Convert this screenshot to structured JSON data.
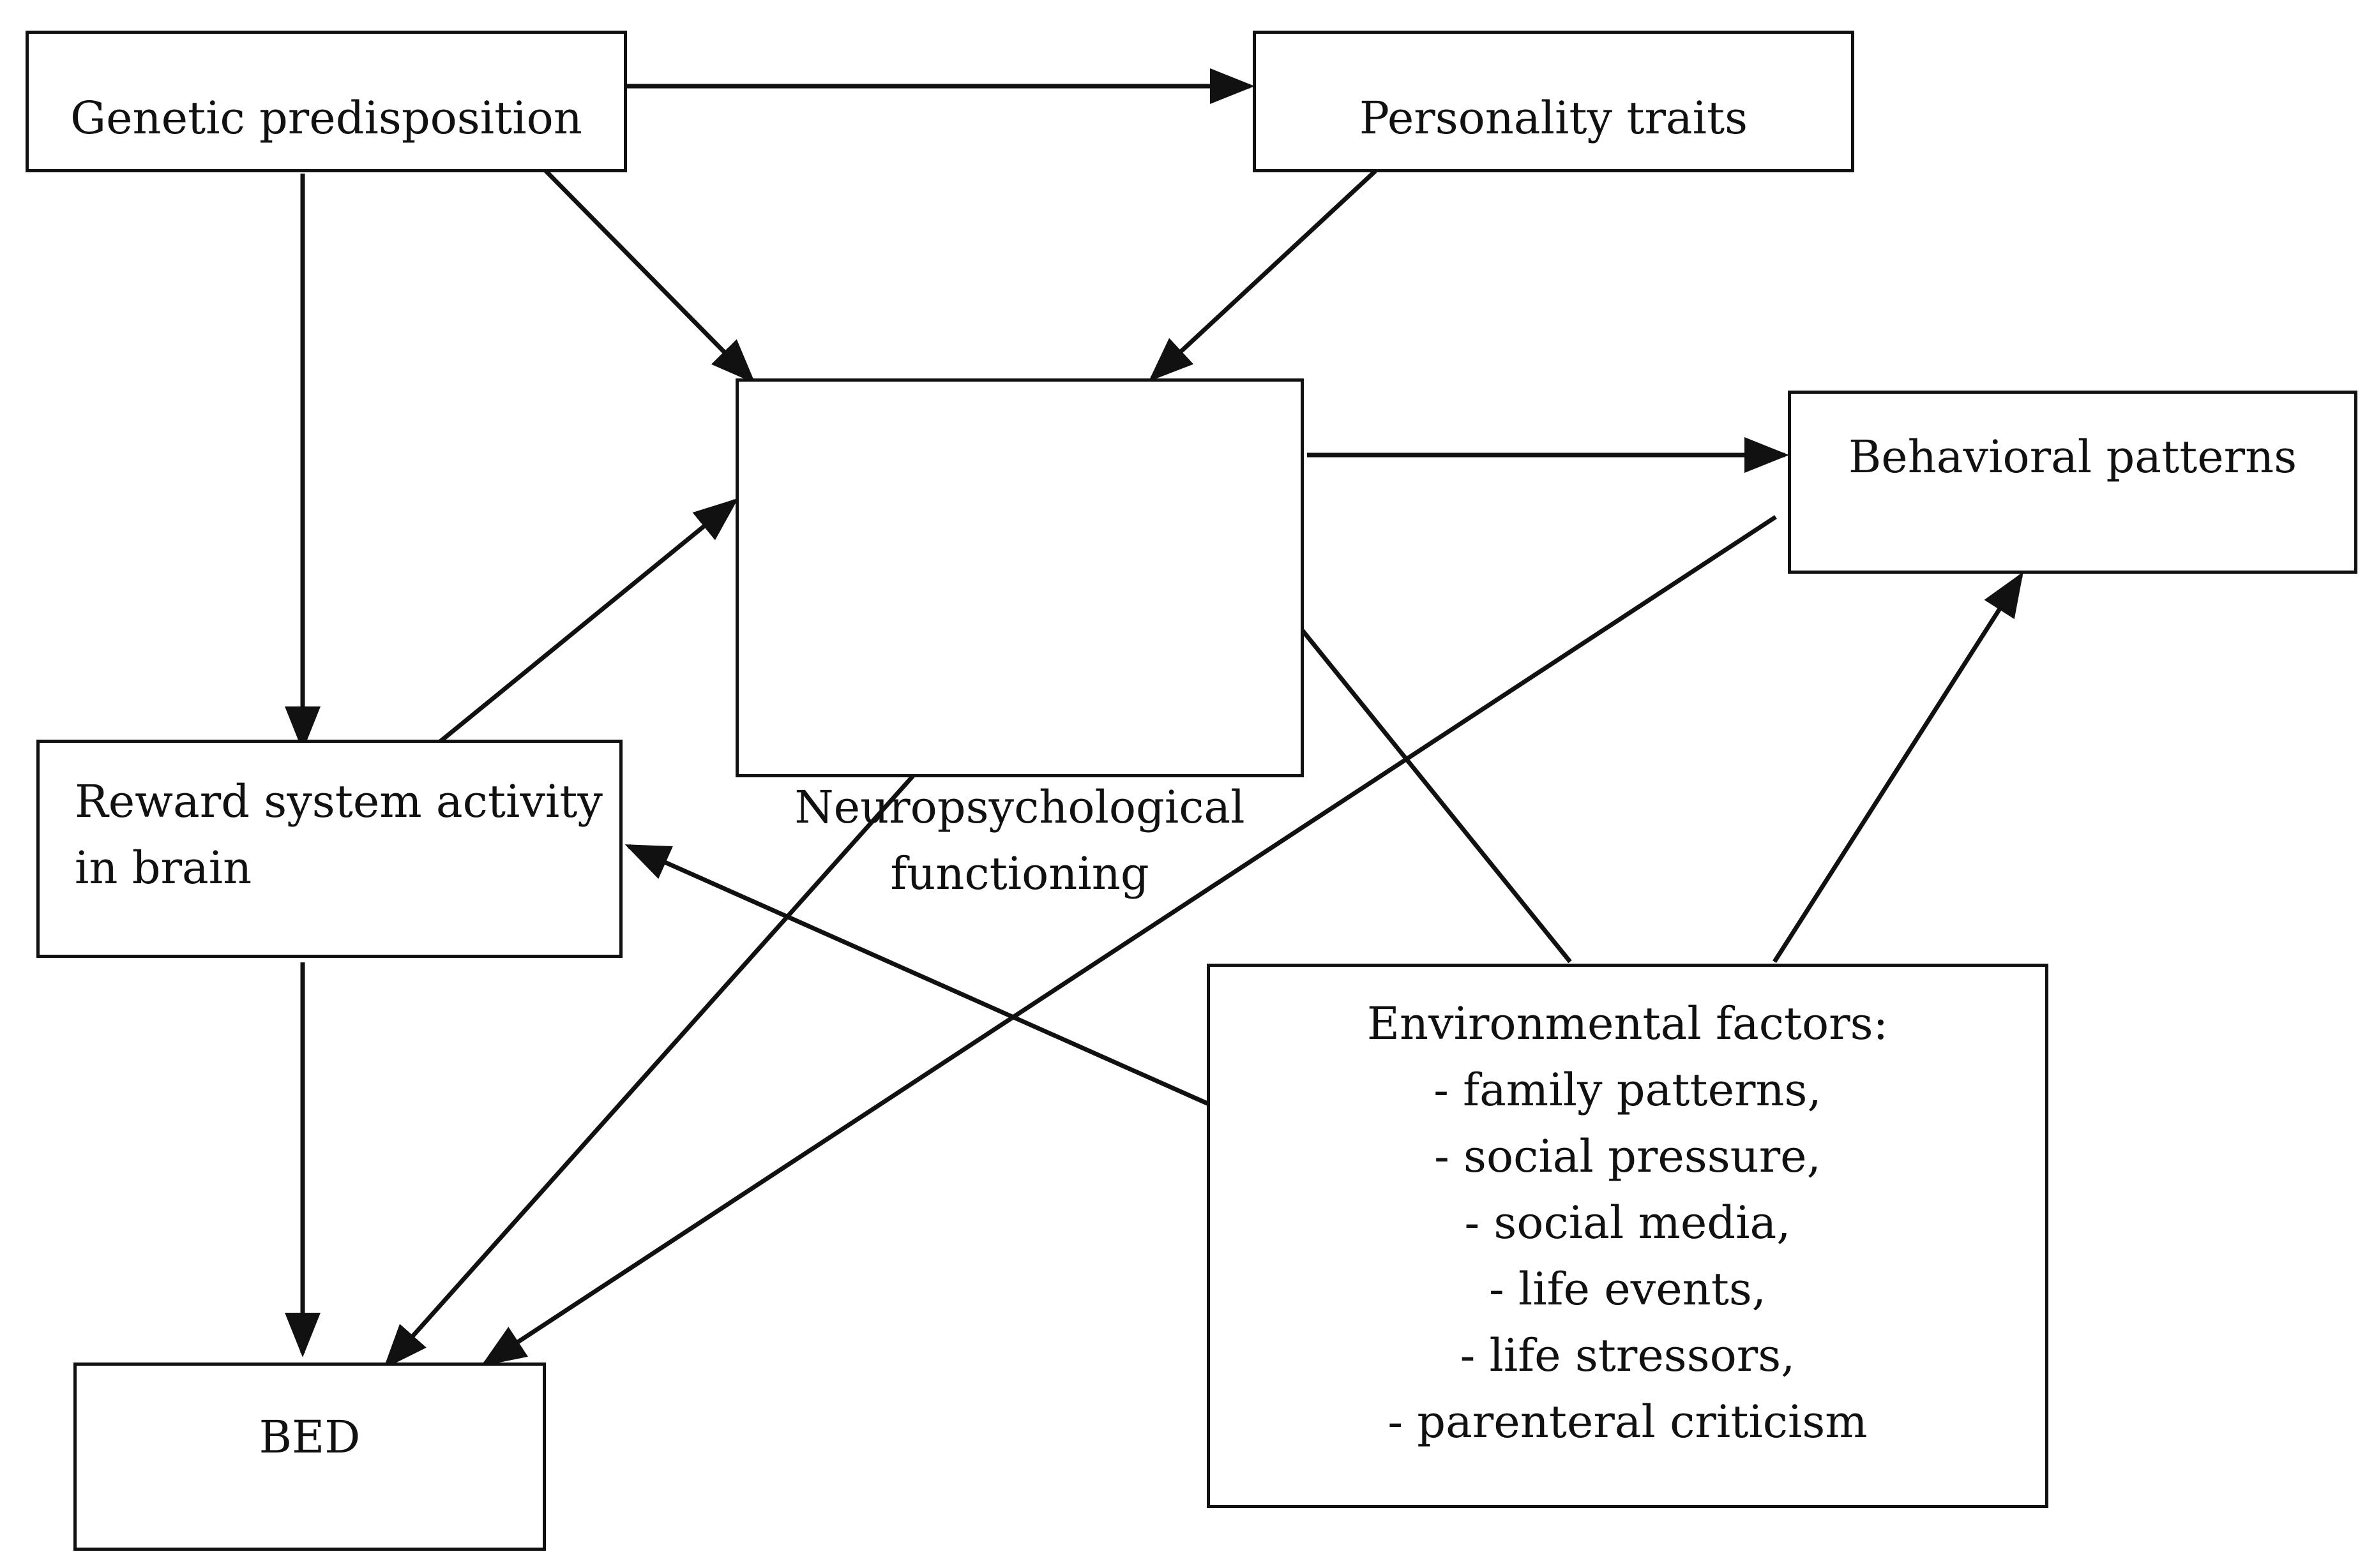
{
  "nodes": {
    "genetic": {
      "lines": [
        "Genetic predisposition"
      ]
    },
    "personality": {
      "lines": [
        "Personality traits"
      ]
    },
    "neuro": {
      "lines": [
        "Neuropsychological",
        "functioning"
      ]
    },
    "behavioral": {
      "lines": [
        "Behavioral patterns"
      ]
    },
    "reward": {
      "lines": [
        "Reward  system  activity",
        "in brain"
      ]
    },
    "environment": {
      "lines": [
        "Environmental factors:",
        "- family patterns,",
        "- social pressure,",
        "- social media,",
        "- life events,",
        "- life stressors,",
        "- parenteral criticism"
      ]
    },
    "bed": {
      "lines": [
        "BED"
      ]
    }
  },
  "edges": [
    {
      "from": "genetic",
      "to": "personality"
    },
    {
      "from": "genetic",
      "to": "neuro"
    },
    {
      "from": "genetic",
      "to": "reward"
    },
    {
      "from": "personality",
      "to": "neuro"
    },
    {
      "from": "neuro",
      "to": "behavioral"
    },
    {
      "from": "neuro",
      "to": "bed"
    },
    {
      "from": "reward",
      "to": "neuro"
    },
    {
      "from": "reward",
      "to": "bed"
    },
    {
      "from": "behavioral",
      "to": "bed"
    },
    {
      "from": "environment",
      "to": "neuro"
    },
    {
      "from": "environment",
      "to": "behavioral"
    },
    {
      "from": "environment",
      "to": "reward"
    }
  ]
}
